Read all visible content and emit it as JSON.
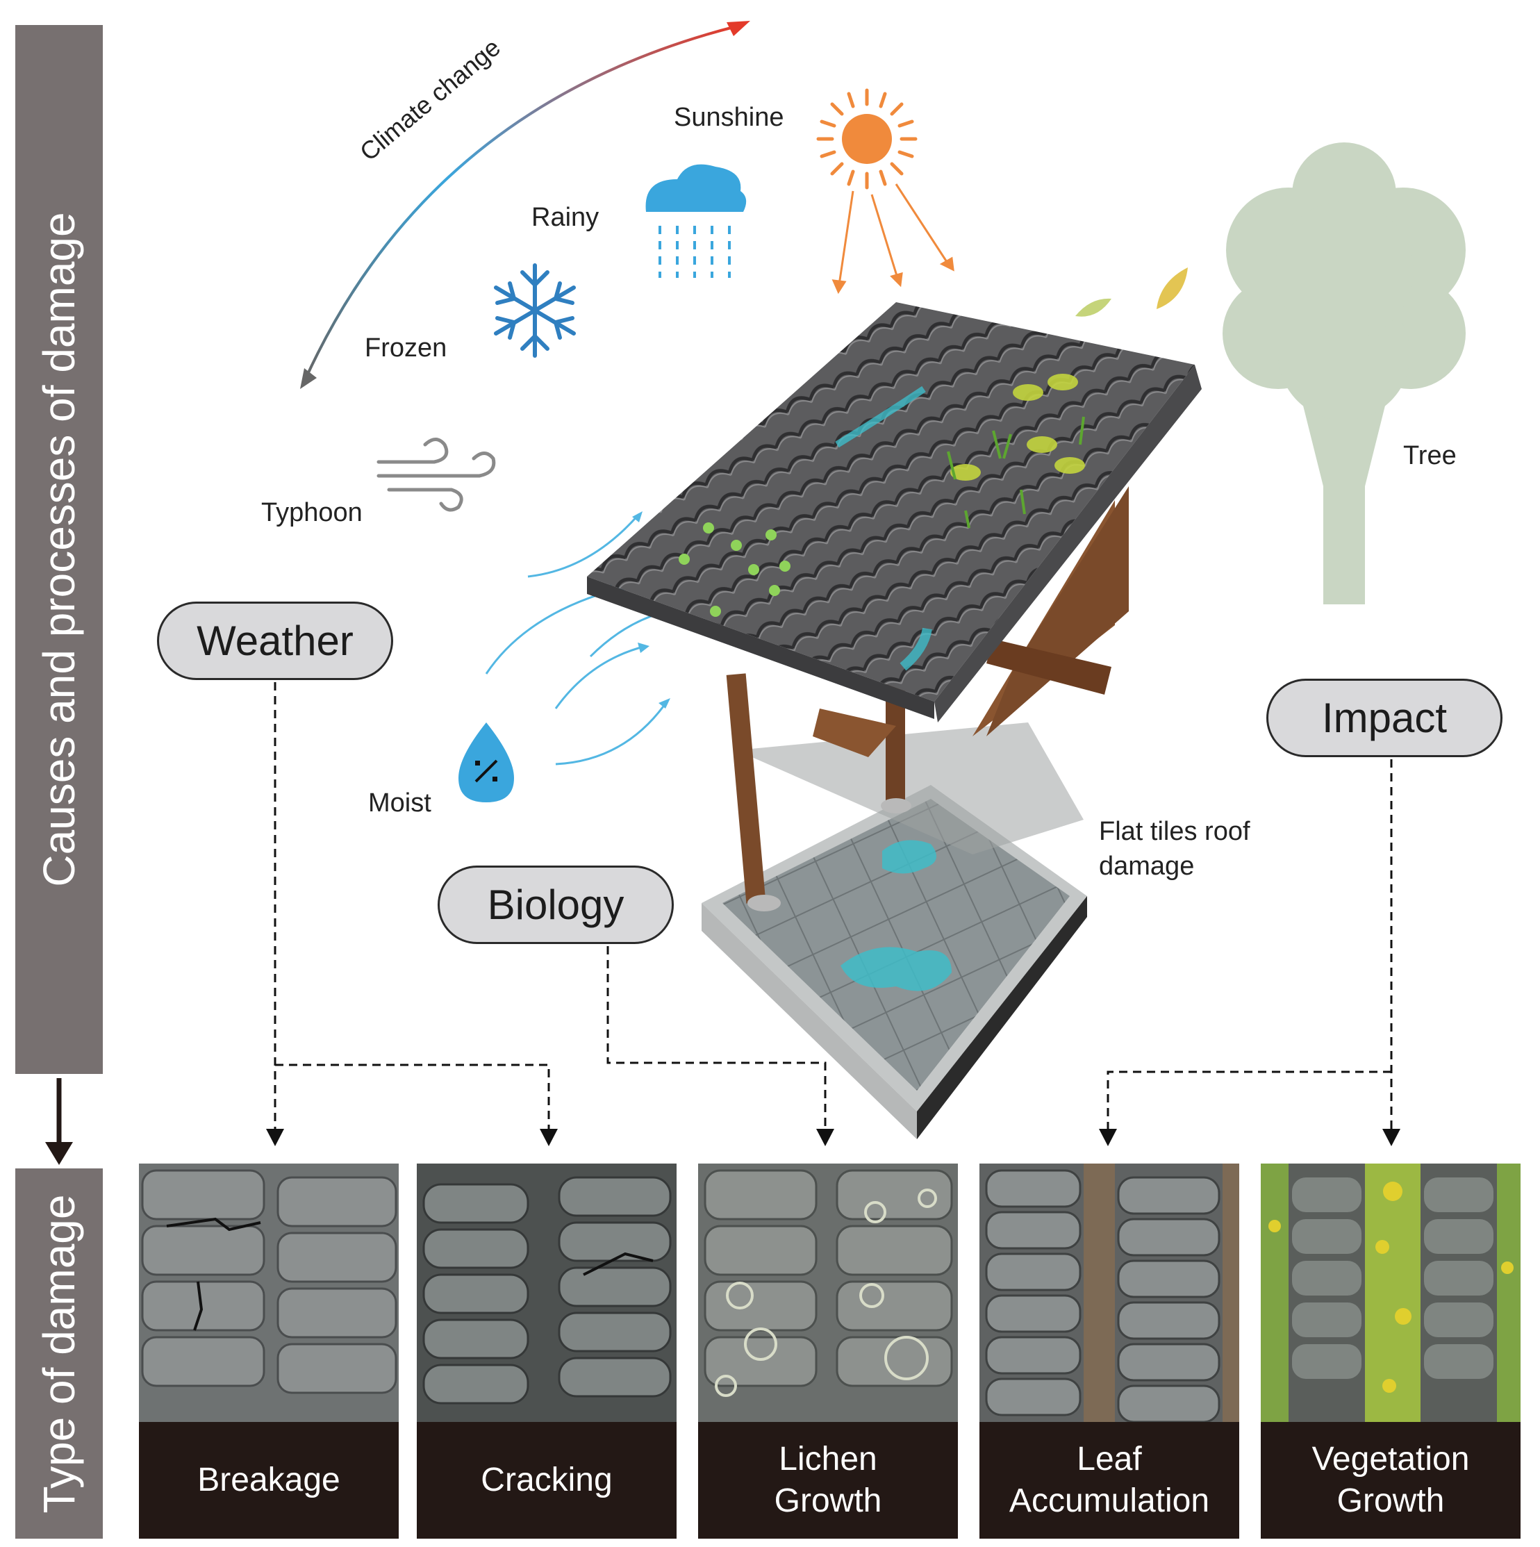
{
  "side_bars": {
    "causes": "Causes and processes of damage",
    "types": "Type of damage"
  },
  "climate": {
    "arrow_label": "Climate change",
    "sunshine": "Sunshine",
    "rainy": "Rainy",
    "frozen": "Frozen",
    "typhoon": "Typhoon",
    "moist": "Moist",
    "tree": "Tree",
    "roof_damage": "Flat tiles roof damage"
  },
  "categories": {
    "weather": "Weather",
    "biology": "Biology",
    "impact": "Impact"
  },
  "damage_types": [
    {
      "label": "Breakage"
    },
    {
      "label": "Cracking"
    },
    {
      "label": "Lichen\nGrowth"
    },
    {
      "label": "Leaf\nAccumulation"
    },
    {
      "label": "Vegetation\nGrowth"
    }
  ],
  "colors": {
    "side_bar": "#777070",
    "caption_bg": "#231815",
    "pill_bg": "#d9d9db",
    "rain_blue": "#3aa6dd",
    "sun_orange": "#f08a3c",
    "tree_green": "#c9d6c3",
    "water": "#3fbcc8"
  }
}
